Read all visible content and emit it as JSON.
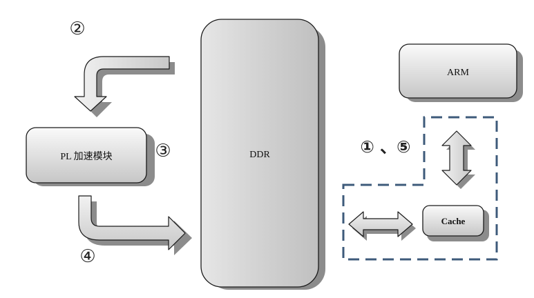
{
  "blocks": {
    "ddr": "DDR",
    "arm": "ARM",
    "pl": "PL 加速模块",
    "cache": "Cache"
  },
  "steps": {
    "step2": "②",
    "step3": "③",
    "step4": "④",
    "step15": "① 、⑤"
  },
  "colors": {
    "dashed_border": "#3d5a7a",
    "block_light": "#fafafa",
    "block_dark": "#c4c4c4",
    "shadow": "#8c8c8c"
  }
}
